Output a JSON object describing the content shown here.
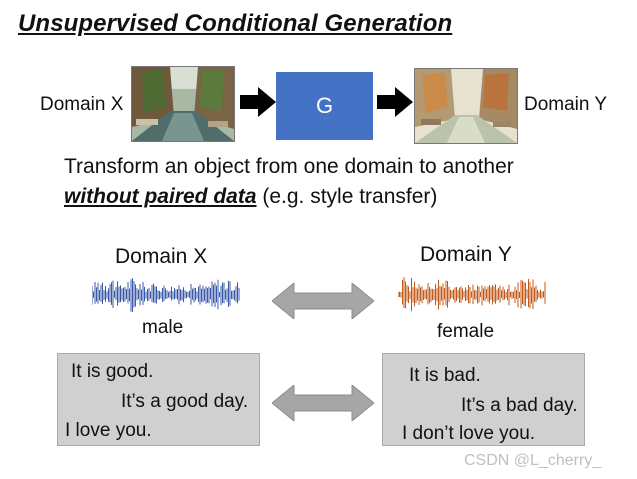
{
  "title": "Unsupervised Conditional Generation",
  "top": {
    "domain_x_label": "Domain X",
    "domain_y_label": "Domain Y",
    "generator_label": "G"
  },
  "description": {
    "line1": "Transform an object from one domain to another",
    "line2_emphasis": "without paired data",
    "line2_rest": " (e.g. style transfer)"
  },
  "audio": {
    "domain_x_label": "Domain X",
    "domain_y_label": "Domain Y",
    "x_caption": "male",
    "y_caption": "female",
    "x_color": "#3a5aa8",
    "y_color": "#c05a1a"
  },
  "text_example": {
    "x_sentences": [
      "It is good.",
      "It’s a good day.",
      "I love you."
    ],
    "y_sentences": [
      "It is bad.",
      "It’s a bad day.",
      "I don’t love you."
    ]
  },
  "colors": {
    "generator_fill": "#4472c4",
    "arrow_gray": "#a6a6a6",
    "box_gray": "#d0d0d0"
  },
  "watermark": "CSDN @L_cherry_"
}
